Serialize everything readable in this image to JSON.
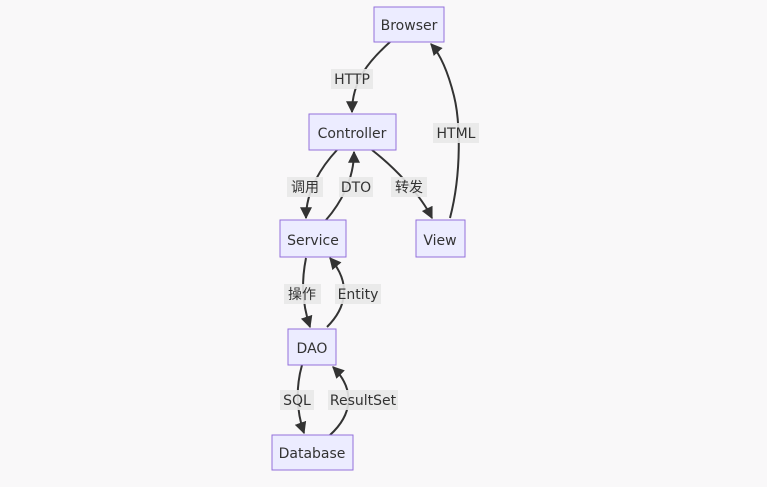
{
  "nodes": {
    "browser": "Browser",
    "controller": "Controller",
    "service": "Service",
    "view": "View",
    "dao": "DAO",
    "database": "Database"
  },
  "edges": {
    "browser_controller": "HTTP",
    "controller_service": "调用",
    "service_controller": "DTO",
    "controller_view": "转发",
    "view_browser": "HTML",
    "service_dao": "操作",
    "dao_service": "Entity",
    "dao_database": "SQL",
    "database_dao": "ResultSet"
  },
  "colors": {
    "node_fill": "#ececff",
    "node_stroke": "#9370db",
    "edge": "#333333",
    "label_bg": "#e8e8e8",
    "background": "#f9f8f9"
  }
}
